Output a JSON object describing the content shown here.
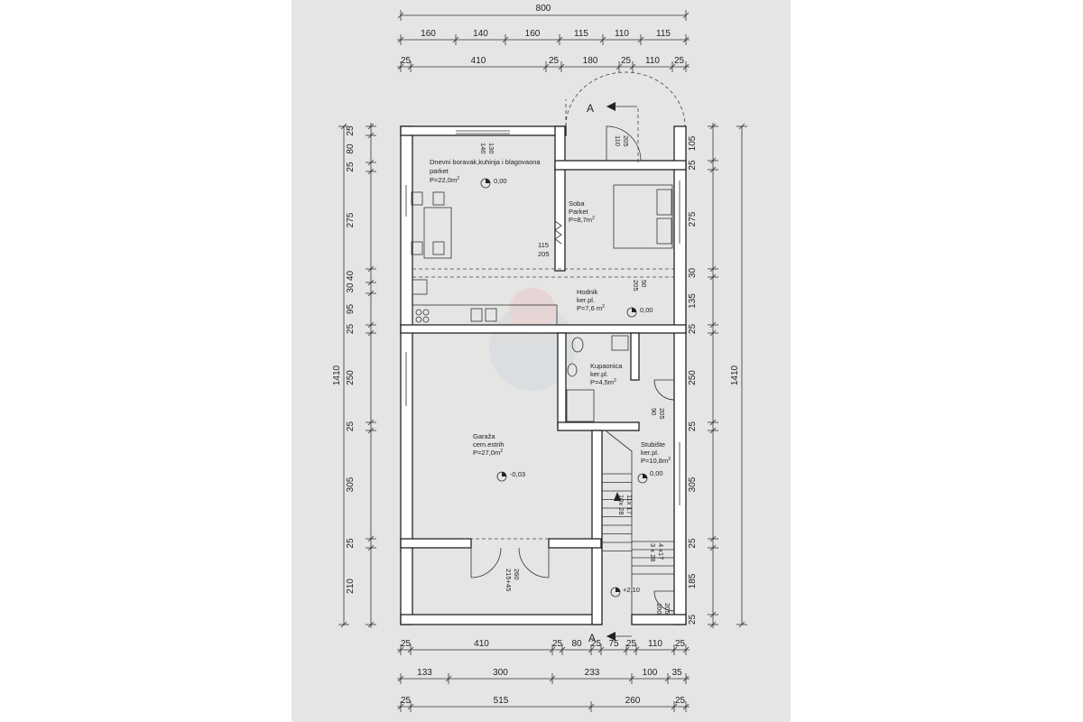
{
  "colors": {
    "paper": "#e5e5e4",
    "ink": "#222222",
    "watermark": "#d8d8d8"
  },
  "dimensions": {
    "top_total": "800",
    "top_row1": [
      "160",
      "140",
      "160",
      "115",
      "110",
      "115"
    ],
    "top_row2": [
      "25",
      "410",
      "25",
      "180",
      "25",
      "110",
      "25"
    ],
    "bottom_row1": [
      "25",
      "410",
      "25",
      "80",
      "25",
      "75",
      "25",
      "110",
      "25"
    ],
    "bottom_row2": [
      "133",
      "300",
      "233",
      "100",
      "35"
    ],
    "bottom_row3": [
      "25",
      "515",
      "260",
      "25"
    ],
    "left_total": "1410",
    "left_segments": [
      "25",
      "80",
      "25",
      "275",
      "40",
      "30",
      "95",
      "25",
      "250",
      "25",
      "305",
      "25",
      "210"
    ],
    "right_total": "1410",
    "right_segments": [
      "105",
      "25",
      "275",
      "30",
      "135",
      "25",
      "250",
      "25",
      "305",
      "25",
      "185",
      "25"
    ]
  },
  "openings": {
    "window_top": [
      "140",
      "130"
    ],
    "door_bedroom_entry": [
      "110",
      "205"
    ],
    "door_bedroom": [
      "115",
      "205"
    ],
    "door_hall": [
      "205",
      "50"
    ],
    "door_bath": [
      "90",
      "205"
    ],
    "garage_door": [
      "215+45",
      "260"
    ],
    "entry_door": [
      "100",
      "205"
    ]
  },
  "rooms": {
    "living": {
      "name": "Dnevni boravak,kuhinja i blagovaona",
      "floor": "parket",
      "area": "P=22,0m",
      "sup": "2",
      "level": "0,00"
    },
    "bedroom": {
      "name": "Soba",
      "floor": "Parket",
      "area": "P=8,7m",
      "sup": "2"
    },
    "hall": {
      "name": "Hodnik",
      "floor": "ker.pl.",
      "area": "P=7,6 m",
      "sup": "2",
      "level": "0,00"
    },
    "bathroom": {
      "name": "Kupaonica",
      "floor": "ker.pl.",
      "area": "P=4,5m",
      "sup": "2"
    },
    "garage": {
      "name": "Garaža",
      "floor": "cem.estrih",
      "area": "P=27,0m",
      "sup": "2",
      "level": "-0,03"
    },
    "stairs": {
      "name": "Stubište",
      "floor": "ker.pl.",
      "area": "P=10,8m",
      "sup": "2",
      "level": "0,00",
      "level_landing": "+2,10",
      "flight1": "10x 28",
      "flight1b": "11x 17",
      "flight2": "3 x 28",
      "flight2b": "4 x17"
    }
  },
  "section_marker": {
    "label": "A"
  }
}
